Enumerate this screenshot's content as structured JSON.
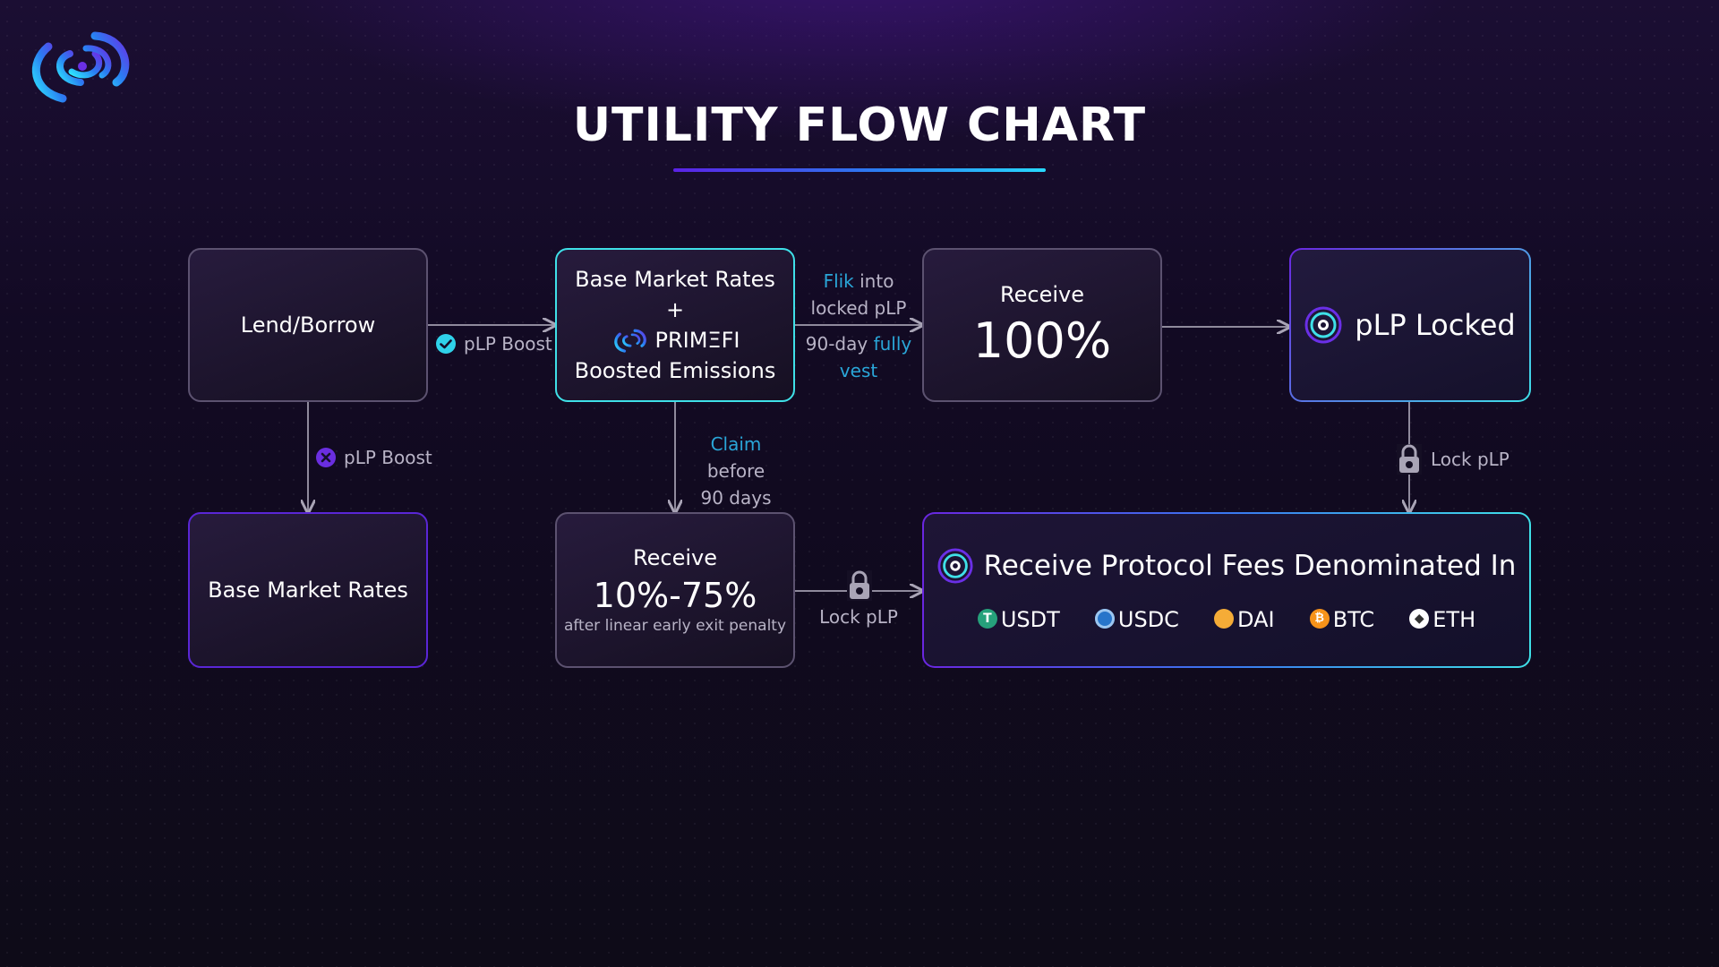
{
  "title": "UTILITY FLOW CHART",
  "nodes": {
    "lend_borrow": "Lend/Borrow",
    "base_rates_emissions": {
      "line1": "Base Market Rates",
      "plus": "+",
      "brand": "PRIMΞFI",
      "line3": "Boosted Emissions"
    },
    "receive_full": {
      "label": "Receive",
      "value": "100%"
    },
    "plp_locked": "pLP Locked",
    "base_market_rates": "Base Market Rates",
    "receive_partial": {
      "label": "Receive",
      "value": "10%-75%",
      "note": "after linear early exit penalty"
    },
    "protocol_fees": {
      "title": "Receive Protocol Fees Denominated In",
      "currencies": [
        "USDT",
        "USDC",
        "DAI",
        "BTC",
        "ETH"
      ]
    }
  },
  "edges": {
    "plp_boost_yes": "pLP Boost",
    "plp_boost_no": "pLP Boost",
    "flik_highlight": "Flik",
    "flik_rest1": " into",
    "flik_line2": "locked pLP",
    "vest_line1": "90-day ",
    "vest_highlight1": "fully",
    "vest_highlight2": "vest",
    "claim_highlight": "Claim",
    "claim_rest1": " before",
    "claim_line2": "90 days",
    "lock_plp_right": "Lock pLP",
    "lock_plp_bottom": "Lock pLP"
  },
  "colors": {
    "accent_cyan": "#3fe0e8",
    "accent_purple": "#5a26d6",
    "highlight_text": "#2aa6d8",
    "usdt": "#26a17b",
    "usdc": "#2775ca",
    "dai": "#f5ac37",
    "btc": "#f7931a",
    "eth": "#ffffff"
  },
  "icons": [
    "primefi-logo",
    "check-circle-icon",
    "x-circle-icon",
    "lock-icon",
    "plp-token-icon",
    "usdt-icon",
    "usdc-icon",
    "dai-icon",
    "btc-icon",
    "eth-icon"
  ]
}
